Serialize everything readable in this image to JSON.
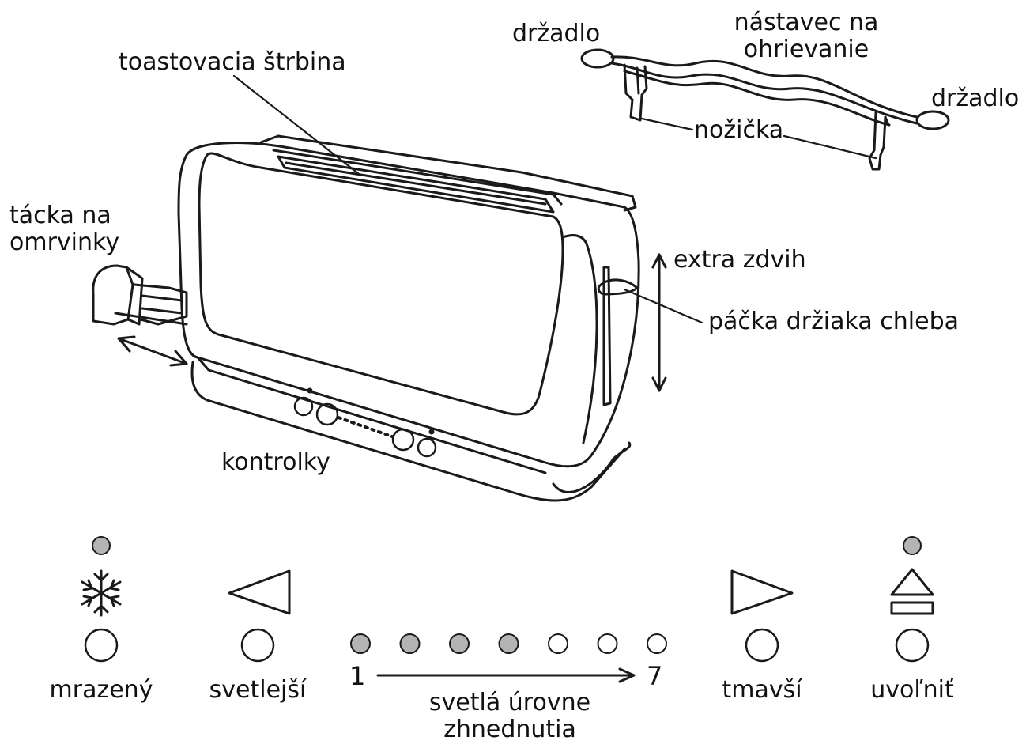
{
  "labels": {
    "drzadlo_left": "držadlo",
    "nastavec_line1": "nástavec na",
    "nastavec_line2": "ohrievanie",
    "drzadlo_right": "držadlo",
    "nozicka": "nožička",
    "toast_slot": "toastovacia štrbina",
    "crumb_tray_line1": "tácka na",
    "crumb_tray_line2": "omrvinky",
    "extra_lift": "extra zdvih",
    "lever": "páčka držiaka chleba",
    "controls": "kontrolky"
  },
  "panel": {
    "frozen": "mrazený",
    "lighter": "svetlejší",
    "darker": "tmavší",
    "release": "uvoľniť",
    "scale_min": "1",
    "scale_max": "7",
    "scale_line1": "svetlá úrovne",
    "scale_line2": "zhnednutia",
    "level_leds_lit": 4,
    "level_leds_total": 7
  },
  "colors": {
    "line": "#1a1a1a",
    "led_lit": "#b4b4b4",
    "led_off": "#ffffff"
  }
}
